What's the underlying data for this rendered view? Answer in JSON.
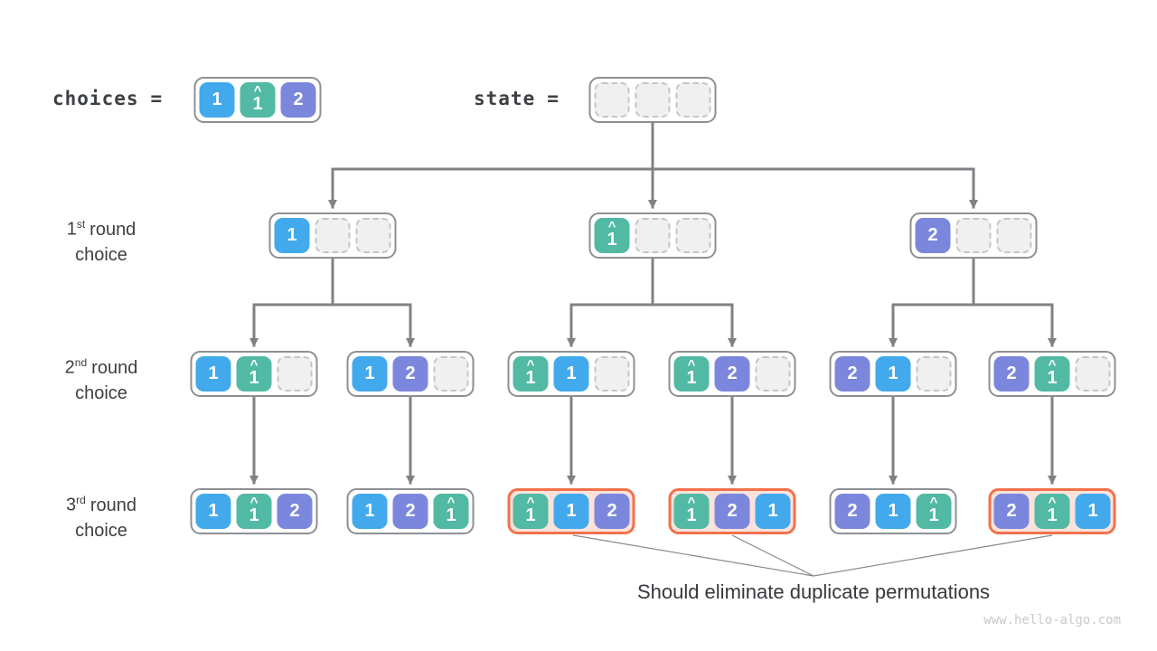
{
  "colors": {
    "blue": "#42aaec",
    "teal": "#51b9a4",
    "purple": "#7b87dc",
    "box_border": "#8d9093",
    "empty_fill": "#f0f0f1",
    "empty_border": "#c4c5c7",
    "highlight_border": "#f2714b",
    "highlight_fill": "#fbe2da",
    "arrow": "#7f8285",
    "text_dark": "#3d4043"
  },
  "header": {
    "choices_label": "choices",
    "choices_eq": "=",
    "state_label": "state",
    "state_eq": "=",
    "choices_cells": [
      {
        "value": "1",
        "color": "blue"
      },
      {
        "value": "1",
        "color": "teal",
        "hat": true
      },
      {
        "value": "2",
        "color": "purple"
      }
    ],
    "state_cells": [
      {
        "empty": true
      },
      {
        "empty": true
      },
      {
        "empty": true
      }
    ]
  },
  "row_labels": [
    {
      "ordinal": "1",
      "suffix": "st",
      "rest": "round",
      "line2": "choice"
    },
    {
      "ordinal": "2",
      "suffix": "nd",
      "rest": "round",
      "line2": "choice"
    },
    {
      "ordinal": "3",
      "suffix": "rd",
      "rest": "round",
      "line2": "choice"
    }
  ],
  "tree": {
    "level1": [
      {
        "cells": [
          {
            "value": "1",
            "color": "blue"
          },
          {
            "empty": true
          },
          {
            "empty": true
          }
        ]
      },
      {
        "cells": [
          {
            "value": "1",
            "color": "teal",
            "hat": true
          },
          {
            "empty": true
          },
          {
            "empty": true
          }
        ]
      },
      {
        "cells": [
          {
            "value": "2",
            "color": "purple"
          },
          {
            "empty": true
          },
          {
            "empty": true
          }
        ]
      }
    ],
    "level2": [
      {
        "cells": [
          {
            "value": "1",
            "color": "blue"
          },
          {
            "value": "1",
            "color": "teal",
            "hat": true
          },
          {
            "empty": true
          }
        ]
      },
      {
        "cells": [
          {
            "value": "1",
            "color": "blue"
          },
          {
            "value": "2",
            "color": "purple"
          },
          {
            "empty": true
          }
        ]
      },
      {
        "cells": [
          {
            "value": "1",
            "color": "teal",
            "hat": true
          },
          {
            "value": "1",
            "color": "blue"
          },
          {
            "empty": true
          }
        ]
      },
      {
        "cells": [
          {
            "value": "1",
            "color": "teal",
            "hat": true
          },
          {
            "value": "2",
            "color": "purple"
          },
          {
            "empty": true
          }
        ]
      },
      {
        "cells": [
          {
            "value": "2",
            "color": "purple"
          },
          {
            "value": "1",
            "color": "blue"
          },
          {
            "empty": true
          }
        ]
      },
      {
        "cells": [
          {
            "value": "2",
            "color": "purple"
          },
          {
            "value": "1",
            "color": "teal",
            "hat": true
          },
          {
            "empty": true
          }
        ]
      }
    ],
    "level3": [
      {
        "cells": [
          {
            "value": "1",
            "color": "blue"
          },
          {
            "value": "1",
            "color": "teal",
            "hat": true
          },
          {
            "value": "2",
            "color": "purple"
          }
        ]
      },
      {
        "cells": [
          {
            "value": "1",
            "color": "blue"
          },
          {
            "value": "2",
            "color": "purple"
          },
          {
            "value": "1",
            "color": "teal",
            "hat": true
          }
        ]
      },
      {
        "cells": [
          {
            "value": "1",
            "color": "teal",
            "hat": true
          },
          {
            "value": "1",
            "color": "blue"
          },
          {
            "value": "2",
            "color": "purple"
          }
        ],
        "highlight": true
      },
      {
        "cells": [
          {
            "value": "1",
            "color": "teal",
            "hat": true
          },
          {
            "value": "2",
            "color": "purple"
          },
          {
            "value": "1",
            "color": "blue"
          }
        ],
        "highlight": true
      },
      {
        "cells": [
          {
            "value": "2",
            "color": "purple"
          },
          {
            "value": "1",
            "color": "blue"
          },
          {
            "value": "1",
            "color": "teal",
            "hat": true
          }
        ]
      },
      {
        "cells": [
          {
            "value": "2",
            "color": "purple"
          },
          {
            "value": "1",
            "color": "teal",
            "hat": true
          },
          {
            "value": "1",
            "color": "blue"
          }
        ],
        "highlight": true
      }
    ]
  },
  "caption": "Should eliminate duplicate permutations",
  "watermark": "www.hello-algo.com"
}
